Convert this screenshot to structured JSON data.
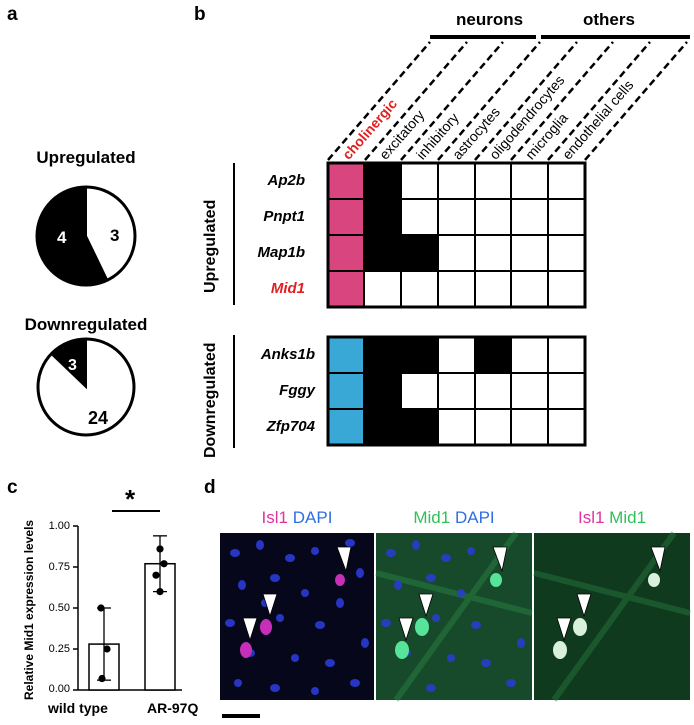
{
  "panel_a": {
    "label": "a",
    "up_title": "Upregulated",
    "up_black": "4",
    "up_white": "3",
    "down_title": "Downregulated",
    "down_black": "3",
    "down_white": "24"
  },
  "panel_b": {
    "label": "b",
    "header_neurons": "neurons",
    "header_others": "others",
    "columns": [
      "cholinergic",
      "excitatory",
      "inhibitory",
      "astrocytes",
      "oligodendrocytes",
      "microglia",
      "endothelial cells"
    ],
    "up_group": "Upregulated",
    "down_group": "Downregulated",
    "up_genes": [
      "Ap2b",
      "Pnpt1",
      "Map1b",
      "Mid1"
    ],
    "down_genes": [
      "Anks1b",
      "Fggy",
      "Zfp704"
    ],
    "colors": {
      "cholinergic_up": "#d9467f",
      "cholinergic_down": "#39a8d6",
      "highlight": "#e02020"
    }
  },
  "panel_c": {
    "label": "c",
    "ylabel": "Relative Mid1 expression levels",
    "significance": "*",
    "yticks": [
      "0.00",
      "0.25",
      "0.50",
      "0.75",
      "1.00"
    ]
  },
  "panel_d": {
    "label": "d",
    "img1_a": "Isl1",
    "img1_b": "DAPI",
    "img2_a": "Mid1",
    "img2_b": "DAPI",
    "img3_a": "Isl1",
    "img3_b": "Mid1"
  },
  "chart_data": {
    "type": "bar",
    "categories": [
      "wild type",
      "AR-97Q"
    ],
    "values": [
      0.28,
      0.77
    ],
    "error": [
      0.22,
      0.17
    ],
    "points": [
      [
        0.5,
        0.25,
        0.07
      ],
      [
        0.86,
        0.77,
        0.7,
        0.6
      ]
    ],
    "ylim": [
      0,
      1.0
    ],
    "ylabel": "Relative Mid1 expression levels",
    "xlabel": ""
  }
}
